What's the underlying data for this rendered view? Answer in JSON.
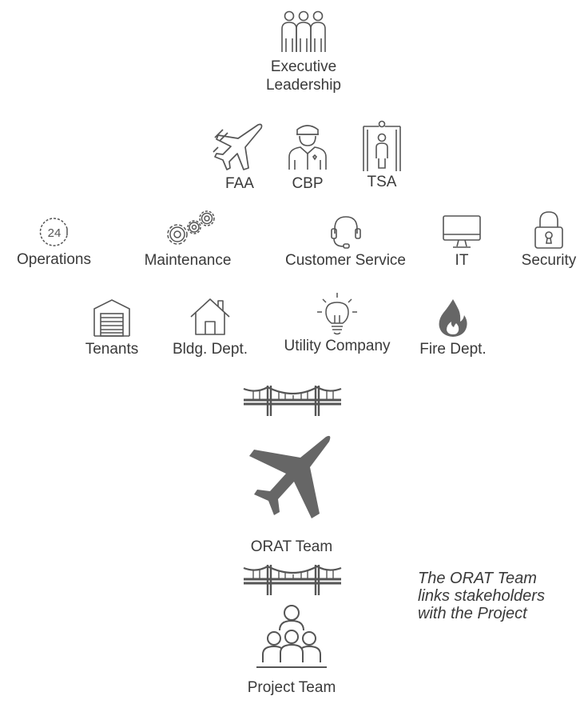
{
  "executive": {
    "line1": "Executive",
    "line2": "Leadership",
    "icon": "group-of-three-people-icon"
  },
  "agencies": [
    {
      "label": "FAA",
      "icon": "airplane-takeoff-icon"
    },
    {
      "label": "CBP",
      "icon": "officer-icon"
    },
    {
      "label": "TSA",
      "icon": "security-scanner-icon"
    }
  ],
  "departments": [
    {
      "label": "Operations",
      "icon": "24-hour-clock-icon"
    },
    {
      "label": "Maintenance",
      "icon": "gears-icon"
    },
    {
      "label": "Customer Service",
      "icon": "headset-icon"
    },
    {
      "label": "IT",
      "icon": "monitor-icon"
    },
    {
      "label": "Security",
      "icon": "padlock-icon"
    }
  ],
  "external": [
    {
      "label": "Tenants",
      "icon": "garage-icon"
    },
    {
      "label": "Bldg. Dept.",
      "icon": "house-icon"
    },
    {
      "label": "Utility Company",
      "icon": "light-bulb-icon"
    },
    {
      "label": "Fire Dept.",
      "icon": "flame-icon"
    }
  ],
  "clock_text": "24",
  "orat": {
    "label": "ORAT Team",
    "icon": "airplane-icon"
  },
  "project": {
    "label": "Project Team",
    "icon": "team-icon"
  },
  "bridge_icon": "suspension-bridge-icon",
  "note": {
    "line1": "The ORAT Team",
    "line2": "links stakeholders",
    "line3": "with the Project"
  },
  "colors": {
    "text": "#3a3a3a",
    "icon_stroke": "#555555",
    "icon_fill": "#666666"
  }
}
